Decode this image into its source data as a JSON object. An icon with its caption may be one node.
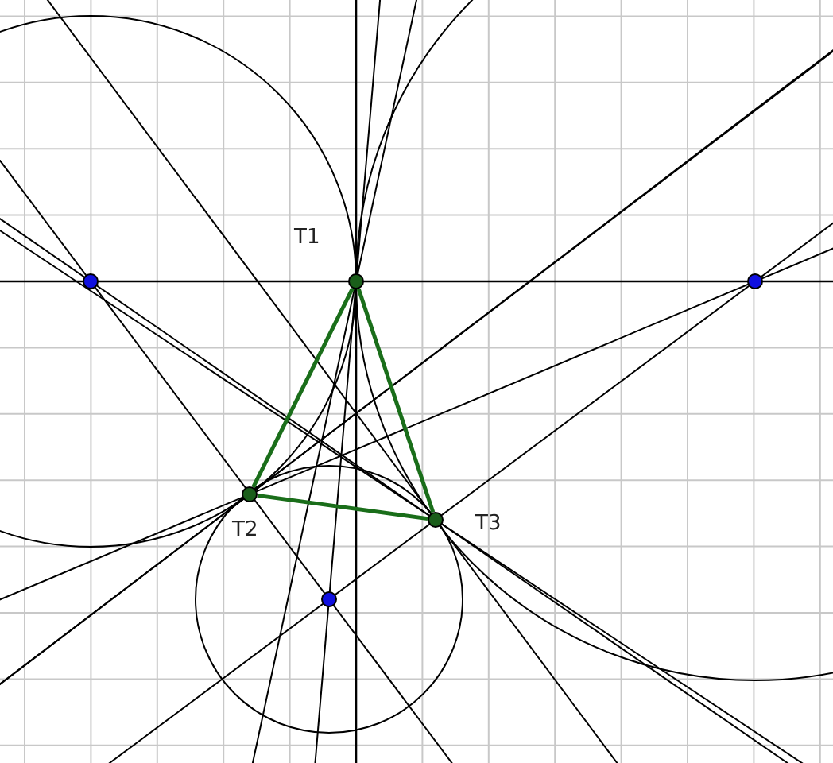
{
  "diagram": {
    "nodes": [
      {
        "text": [
          "T1"
        ]
      },
      {
        "text": [
          "T2"
        ]
      },
      {
        "text": [
          "T3"
        ]
      },
      {
        "text": [],
        "shape": "circle"
      },
      {
        "text": [],
        "shape": "circle"
      },
      {
        "text": [],
        "shape": "circle"
      }
    ],
    "edges": [
      {
        "from": 0,
        "to": 1,
        "arrow": "none",
        "color": "#1a6e1a"
      },
      {
        "from": 1,
        "to": 2,
        "arrow": "none",
        "color": "#1a6e1a"
      },
      {
        "from": 2,
        "to": 0,
        "arrow": "none",
        "color": "#1a6e1a"
      }
    ]
  }
}
